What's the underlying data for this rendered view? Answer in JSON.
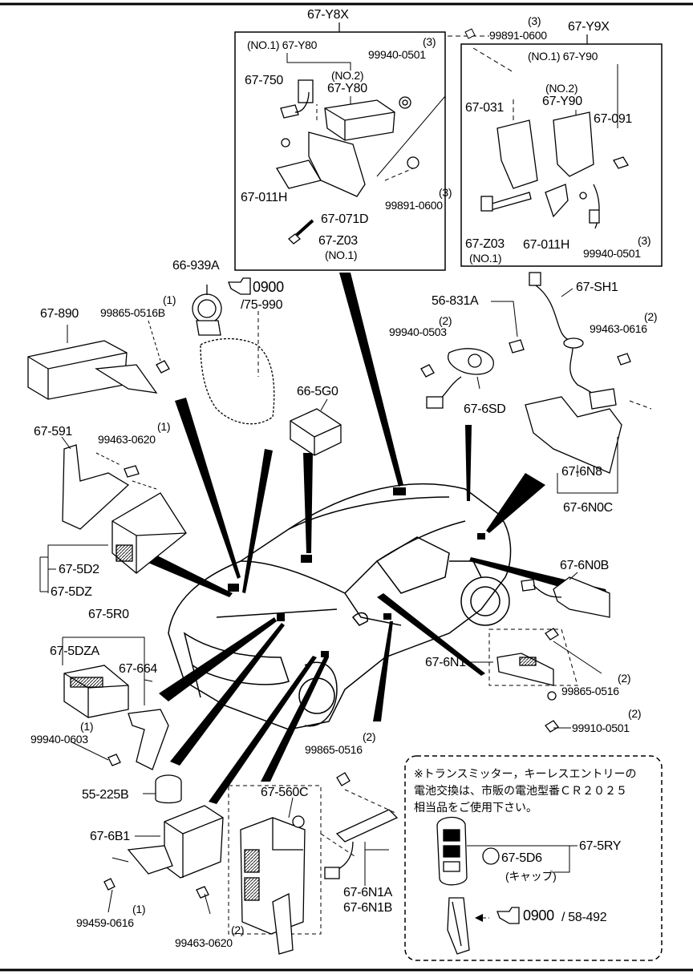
{
  "labels": {
    "y8x": "67-Y8X",
    "y8x_no1_y80": "(NO.1) 67-Y80",
    "y8x_9994_qty": "(3)",
    "y8x_99940": "99940-0501",
    "y8x_750": "67-750",
    "y8x_no2": "(NO.2)",
    "y8x_y80": "67-Y80",
    "y8x_011h": "67-011H",
    "y8x_071d": "67-071D",
    "y8x_99891_qty": "(3)",
    "y8x_99891": "99891-0600",
    "y8x_z03": "67-Z03",
    "y8x_z03_no": "(NO.1)",
    "top_99891_qty": "(3)",
    "top_99891": "99891-0600",
    "y9x": "67-Y9X",
    "y9x_no1_y90": "(NO.1) 67-Y90",
    "y9x_no2": "(NO.2)",
    "y9x_y90": "67-Y90",
    "y9x_031": "67-031",
    "y9x_091": "67-091",
    "y9x_z03": "67-Z03",
    "y9x_z03_no": "(NO.1)",
    "y9x_011h": "67-011H",
    "y9x_99940_qty": "(3)",
    "y9x_99940": "99940-0501",
    "p939a": "66-939A",
    "ref0900": "0900",
    "ref75990": "/75-990",
    "p890": "67-890",
    "p99865b_qty": "(1)",
    "p99865b": "99865-0516B",
    "p831a": "56-831A",
    "p99940_503_qty": "(2)",
    "p99940_503": "99940-0503",
    "p6sd": "67-6SD",
    "psh1": "67-SH1",
    "p99463_616_qty": "(2)",
    "p99463_616": "99463-0616",
    "p5g0": "66-5G0",
    "p591": "67-591",
    "p99463_620a_qty": "(1)",
    "p99463_620a": "99463-0620",
    "p6n8": "67-6N8",
    "p6n0c": "67-6N0C",
    "p5d2": "67-5D2",
    "p5dz": "67-5DZ",
    "p6n0b": "67-6N0B",
    "p5r0": "67-5R0",
    "p5dza": "67-5DZA",
    "p664": "67-664",
    "p6n1": "67-6N1",
    "p99865_516a_qty": "(2)",
    "p99865_516a": "99865-0516",
    "p99910_qty": "(2)",
    "p99910": "99910-0501",
    "p99940_603_qty": "(1)",
    "p99940_603": "99940-0603",
    "p99865_516b_qty": "(2)",
    "p99865_516b": "99865-0516",
    "p225b": "55-225B",
    "p560c": "67-560C",
    "p6b1": "67-6B1",
    "p6n1a": "67-6N1A",
    "p6n1b": "67-6N1B",
    "p99459_qty": "(1)",
    "p99459": "99459-0616",
    "p99463_620b_qty": "(2)",
    "p99463_620b": "99463-0620",
    "p5ry": "67-5RY",
    "p5d6": "67-5D6",
    "p5d6_cap": "(キャップ)",
    "ref0900b": "0900",
    "ref58492": "/ 58-492"
  },
  "note": {
    "line1": "※トランスミッター，キーレスエントリーの",
    "line2": "電池交換は、市販の電池型番ＣＲ２０２５",
    "line3": "相当品をご使用下さい。"
  },
  "icons": [
    "hand-pointer-icon"
  ]
}
